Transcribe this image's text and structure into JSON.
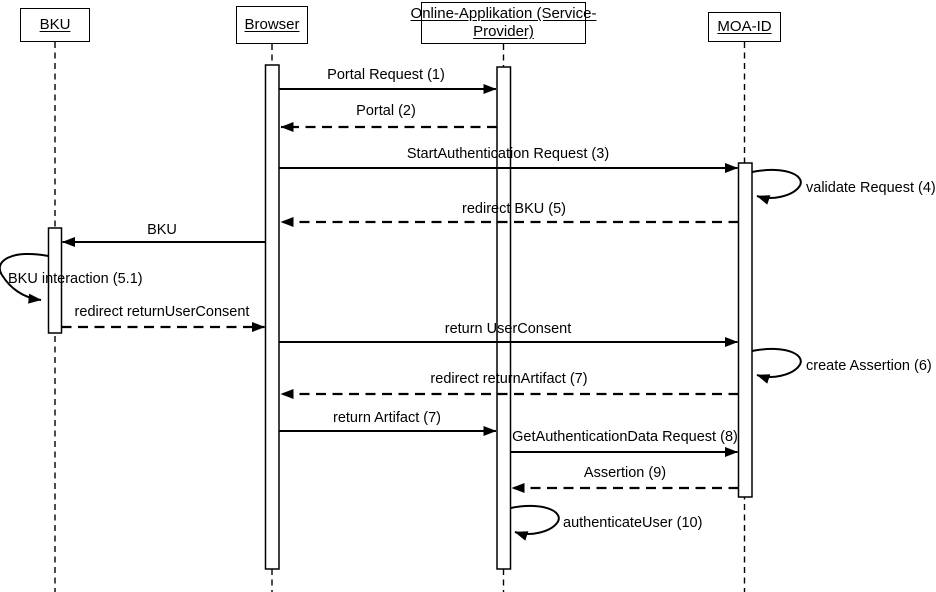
{
  "diagram": {
    "type": "uml-sequence-diagram",
    "background_color": "#ffffff",
    "line_color": "#000000",
    "actors": [
      {
        "id": "bku",
        "label": "BKU"
      },
      {
        "id": "browser",
        "label": "Browser"
      },
      {
        "id": "online-app",
        "label": "Online-Applikation (Service-",
        "label2": "Provider)"
      },
      {
        "id": "moa-id",
        "label": "MOA-ID"
      }
    ],
    "messages": [
      {
        "label": "Portal Request (1)",
        "from": "Browser",
        "to": "Online-Applikation",
        "line": "solid",
        "kind": "message"
      },
      {
        "label": "Portal (2)",
        "from": "Online-Applikation",
        "to": "Browser",
        "line": "dashed",
        "kind": "message"
      },
      {
        "label": "StartAuthentication Request (3)",
        "from": "Browser",
        "to": "MOA-ID",
        "line": "solid",
        "kind": "message"
      },
      {
        "label": "validate Request (4)",
        "from": "MOA-ID",
        "to": "MOA-ID",
        "line": "solid",
        "kind": "self"
      },
      {
        "label": "redirect BKU (5)",
        "from": "MOA-ID",
        "to": "Browser",
        "line": "dashed",
        "kind": "message"
      },
      {
        "label": "BKU",
        "from": "Browser",
        "to": "BKU",
        "line": "solid",
        "kind": "message"
      },
      {
        "label": "BKU interaction (5.1)",
        "from": "BKU",
        "to": "BKU",
        "line": "solid",
        "kind": "self"
      },
      {
        "label": "redirect returnUserConsent",
        "from": "BKU",
        "to": "Browser",
        "line": "dashed",
        "kind": "message"
      },
      {
        "label": "return UserConsent",
        "from": "Browser",
        "to": "MOA-ID",
        "line": "solid",
        "kind": "message"
      },
      {
        "label": "create Assertion (6)",
        "from": "MOA-ID",
        "to": "MOA-ID",
        "line": "solid",
        "kind": "self"
      },
      {
        "label": "redirect returnArtifact (7)",
        "from": "MOA-ID",
        "to": "Browser",
        "line": "dashed",
        "kind": "message"
      },
      {
        "label": "return Artifact (7)",
        "from": "Browser",
        "to": "Online-Applikation",
        "line": "solid",
        "kind": "message"
      },
      {
        "label": "GetAuthenticationData Request (8)",
        "from": "Online-Applikation",
        "to": "MOA-ID",
        "line": "solid",
        "kind": "message"
      },
      {
        "label": "Assertion (9)",
        "from": "MOA-ID",
        "to": "Online-Applikation",
        "line": "dashed",
        "kind": "message"
      },
      {
        "label": "authenticateUser (10)",
        "from": "Online-Applikation",
        "to": "Online-Applikation",
        "line": "solid",
        "kind": "self"
      }
    ]
  }
}
